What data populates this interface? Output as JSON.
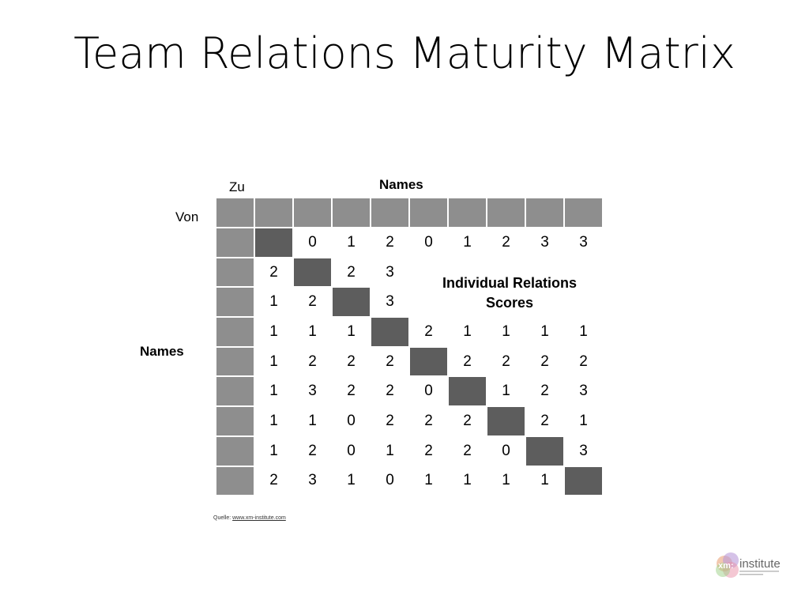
{
  "title": "Team Relations Maturity Matrix",
  "labels": {
    "zu": "Zu",
    "von": "Von",
    "names_top": "Names",
    "names_left": "Names"
  },
  "overlay": {
    "line1": "Individual Relations",
    "line2": "Scores"
  },
  "matrix": [
    [
      null,
      "0",
      "1",
      "2",
      "0",
      "1",
      "2",
      "3",
      "3"
    ],
    [
      "2",
      null,
      "2",
      "3",
      "",
      "",
      "",
      "",
      ""
    ],
    [
      "1",
      "2",
      null,
      "3",
      "",
      "",
      "",
      "",
      ""
    ],
    [
      "1",
      "1",
      "1",
      null,
      "2",
      "1",
      "1",
      "1",
      "1"
    ],
    [
      "1",
      "2",
      "2",
      "2",
      null,
      "2",
      "2",
      "2",
      "2"
    ],
    [
      "1",
      "3",
      "2",
      "2",
      "0",
      null,
      "1",
      "2",
      "3"
    ],
    [
      "1",
      "1",
      "0",
      "2",
      "2",
      "2",
      null,
      "2",
      "1"
    ],
    [
      "1",
      "2",
      "0",
      "1",
      "2",
      "2",
      "0",
      null,
      "3"
    ],
    [
      "2",
      "3",
      "1",
      "0",
      "1",
      "1",
      "1",
      "1",
      null
    ]
  ],
  "source": {
    "prefix": "Quelle: ",
    "link": "www.xm-institute.com"
  },
  "logo": {
    "text": "xm:institute"
  },
  "colors": {
    "light": "#8e8e8e",
    "dark": "#5d5d5d"
  }
}
